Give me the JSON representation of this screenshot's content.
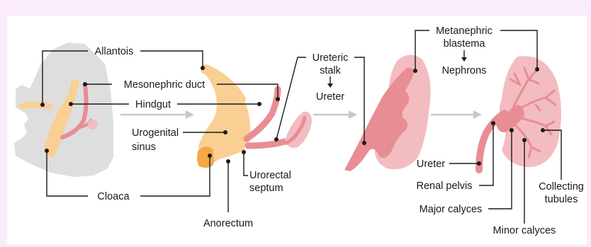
{
  "colors": {
    "background": "#faecfb",
    "panel": "#ffffff",
    "embryo_gray": "#dedede",
    "orange_light": "#f9cf93",
    "orange_dark": "#f6a846",
    "pink_light": "#f3bcc0",
    "pink_medium": "#e88d94",
    "pink_dark": "#df6f79",
    "arrow_gray": "#c8c8c8"
  },
  "labels": {
    "allantois": "Allantois",
    "mesonephric_duct": "Mesonephric duct",
    "hindgut": "Hindgut",
    "cloaca": "Cloaca",
    "urogenital_sinus_1": "Urogenital",
    "urogenital_sinus_2": "sinus",
    "urorectal_septum_1": "Urorectal",
    "urorectal_septum_2": "septum",
    "anorectum": "Anorectum",
    "ureteric_stalk_1": "Ureteric",
    "ureteric_stalk_2": "stalk",
    "ureter_stage3": "Ureter",
    "metanephric_blastema_1": "Metanephric",
    "metanephric_blastema_2": "blastema",
    "nephrons": "Nephrons",
    "ureter_stage4": "Ureter",
    "renal_pelvis": "Renal pelvis",
    "major_calyces": "Major calyces",
    "minor_calyces": "Minor calyces",
    "collecting_tubules_1": "Collecting",
    "collecting_tubules_2": "tubules"
  },
  "icons": {
    "stage_arrow": "right-arrow-icon",
    "derivation_arrow": "down-arrow-icon"
  }
}
